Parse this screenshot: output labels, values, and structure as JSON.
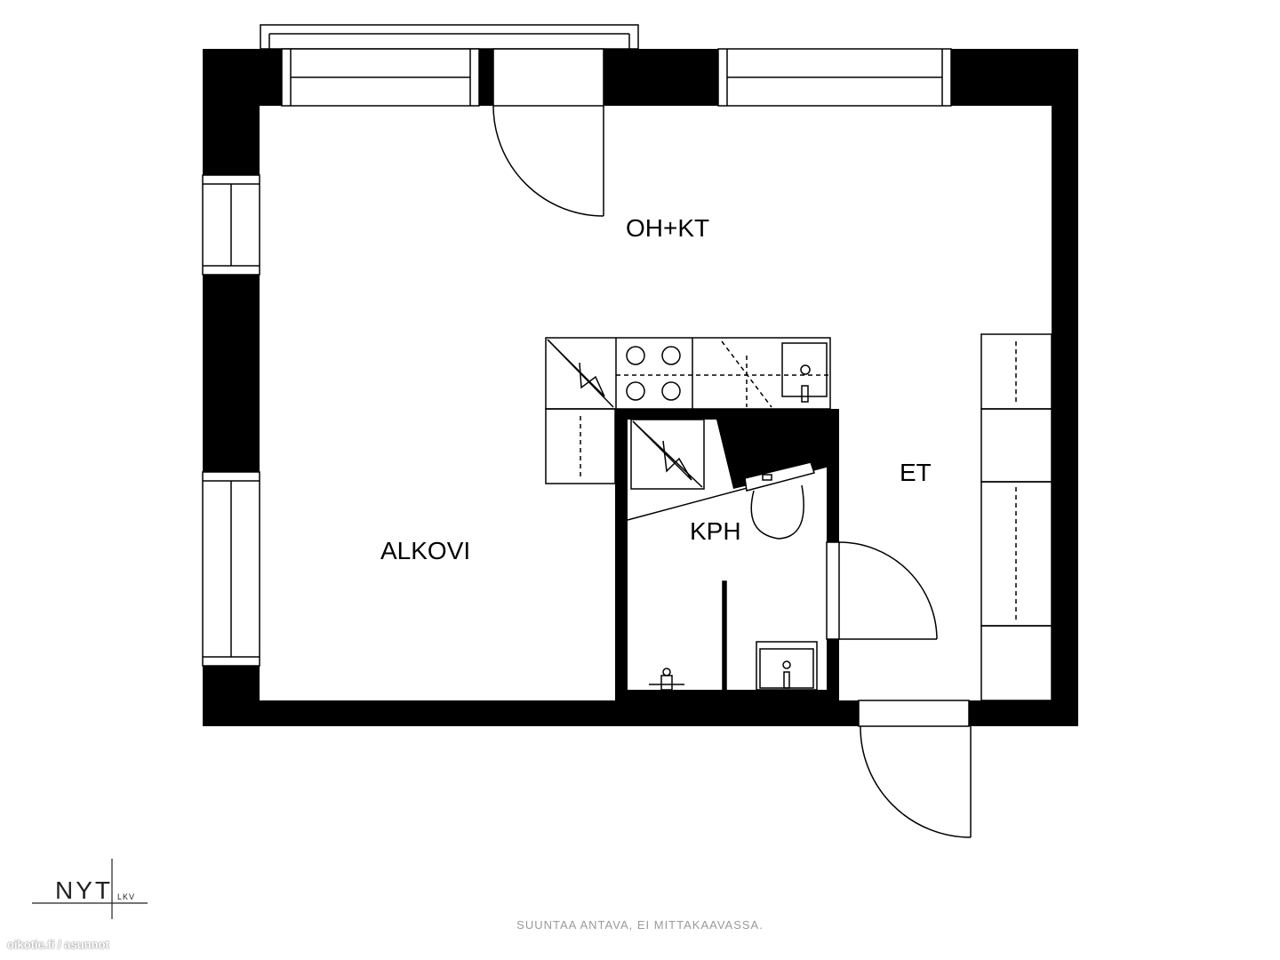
{
  "rooms": {
    "living_kitchen": "OH+KT",
    "alcove": "ALKOVI",
    "bathroom": "KPH",
    "entrance": "ET"
  },
  "logo": {
    "main": "NYT",
    "sub": "LKV"
  },
  "disclaimer": "SUUNTAA ANTAVA, EI MITTAKAAVASSA.",
  "watermark": "oikotie.fi / asunnot",
  "colors": {
    "wall": "#000000",
    "background": "#ffffff",
    "disclaimer_text": "#9a9a9a"
  }
}
